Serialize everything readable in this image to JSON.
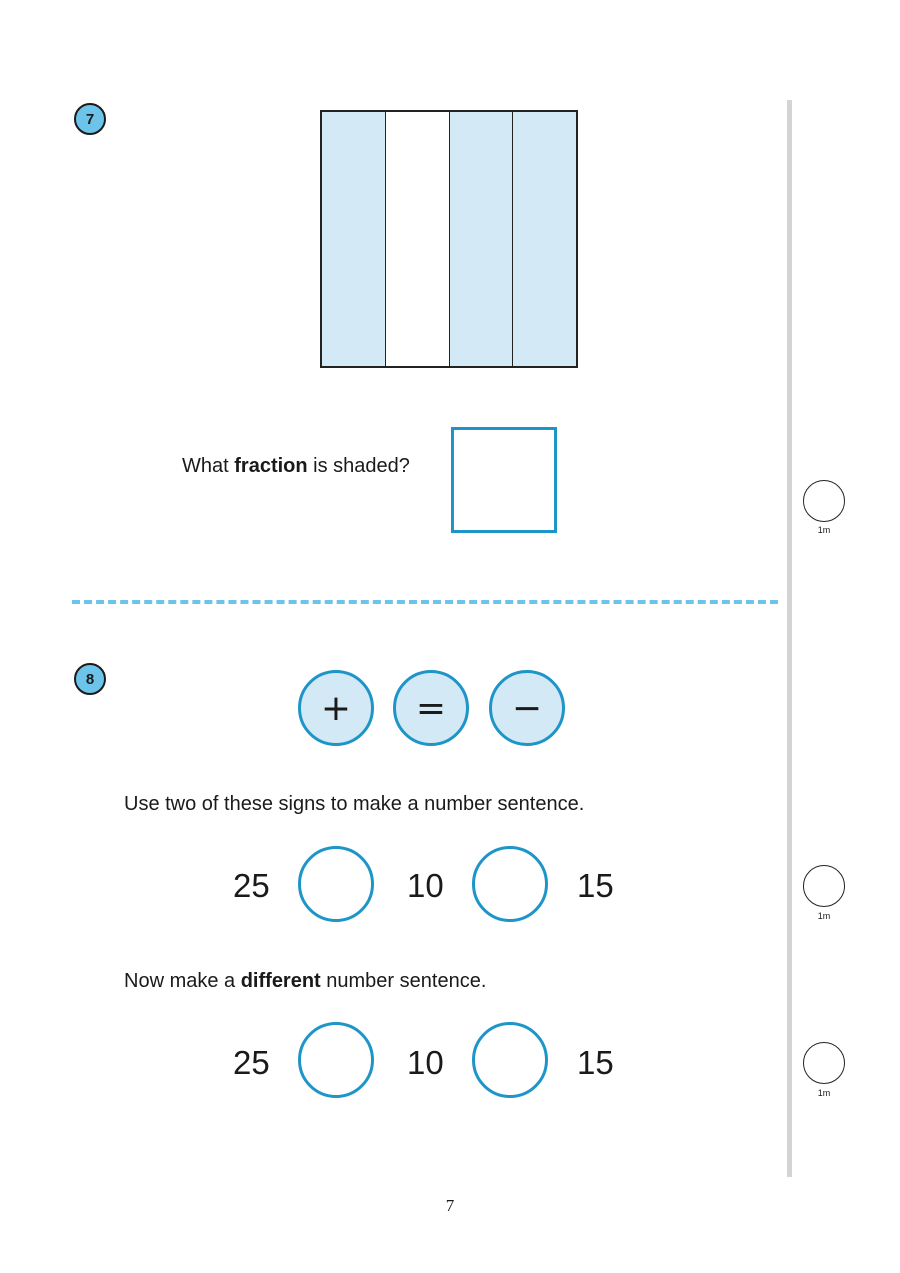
{
  "q7": {
    "number": "7",
    "bars": [
      {
        "shaded": true
      },
      {
        "shaded": false
      },
      {
        "shaded": true
      },
      {
        "shaded": true
      }
    ],
    "prompt_before": "What ",
    "prompt_bold": "fraction",
    "prompt_after": " is shaded?",
    "mark": "1m"
  },
  "q8": {
    "number": "8",
    "signs": [
      "+",
      "=",
      "−"
    ],
    "instruction": "Use two of these signs to make a number sentence.",
    "sentence1": {
      "a": "25",
      "b": "10",
      "c": "15",
      "mark": "1m"
    },
    "instruction2_before": "Now make a ",
    "instruction2_bold": "different",
    "instruction2_after": " number sentence.",
    "sentence2": {
      "a": "25",
      "b": "10",
      "c": "15",
      "mark": "1m"
    }
  },
  "colors": {
    "accent": "#1e95c9",
    "light_fill": "#d3e9f5",
    "badge": "#6cc4ea"
  },
  "page_number": "7"
}
